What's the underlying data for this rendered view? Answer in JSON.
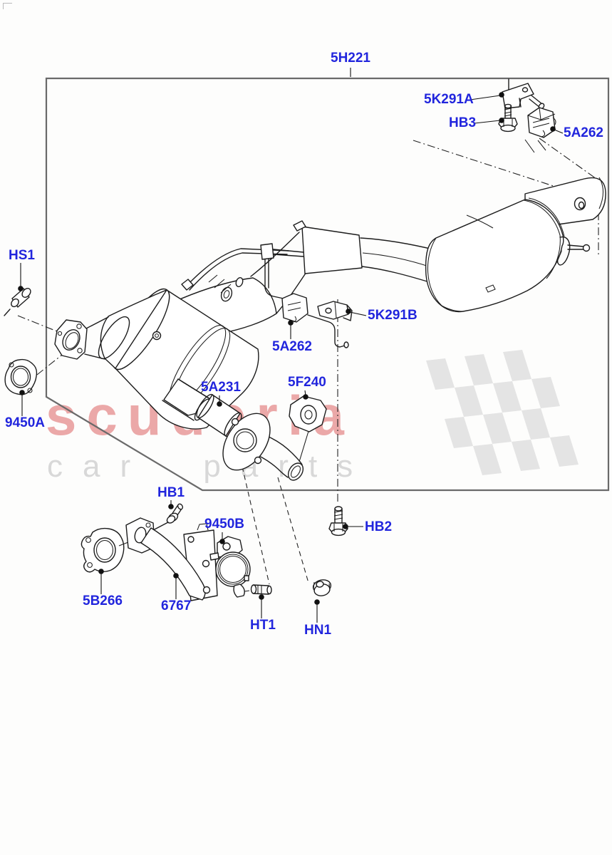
{
  "page": {
    "background": "#fdfdfc",
    "type": "parts-catalog exploded diagram",
    "subject": "Exhaust system - catalytic converter, front pipe and rear silencer"
  },
  "watermark": {
    "brand": "scuderia",
    "subtitle": "car parts"
  },
  "colors": {
    "label_blue": "#2125dd",
    "watermark_pink": "#eba8a8",
    "watermark_gray": "#d8d8d8",
    "flag_gray": "#e4e4e4",
    "drawing_line": "#1c1c1c",
    "frame_gray": "#6a6a6a"
  },
  "diagram": {
    "labels": [
      {
        "id": "5H221",
        "text": "5H221"
      },
      {
        "id": "5K291A",
        "text": "5K291A"
      },
      {
        "id": "HB3",
        "text": "HB3"
      },
      {
        "id": "5A262-upper",
        "text": "5A262"
      },
      {
        "id": "HS1",
        "text": "HS1"
      },
      {
        "id": "5A262-mid",
        "text": "5A262"
      },
      {
        "id": "5K291B",
        "text": "5K291B"
      },
      {
        "id": "5A231",
        "text": "5A231"
      },
      {
        "id": "5F240",
        "text": "5F240"
      },
      {
        "id": "9450A",
        "text": "9450A"
      },
      {
        "id": "HB1",
        "text": "HB1"
      },
      {
        "id": "HB2",
        "text": "HB2"
      },
      {
        "id": "9450B",
        "text": "9450B"
      },
      {
        "id": "5B266",
        "text": "5B266"
      },
      {
        "id": "6767",
        "text": "6767"
      },
      {
        "id": "HT1",
        "text": "HT1"
      },
      {
        "id": "HN1",
        "text": "HN1"
      }
    ]
  }
}
